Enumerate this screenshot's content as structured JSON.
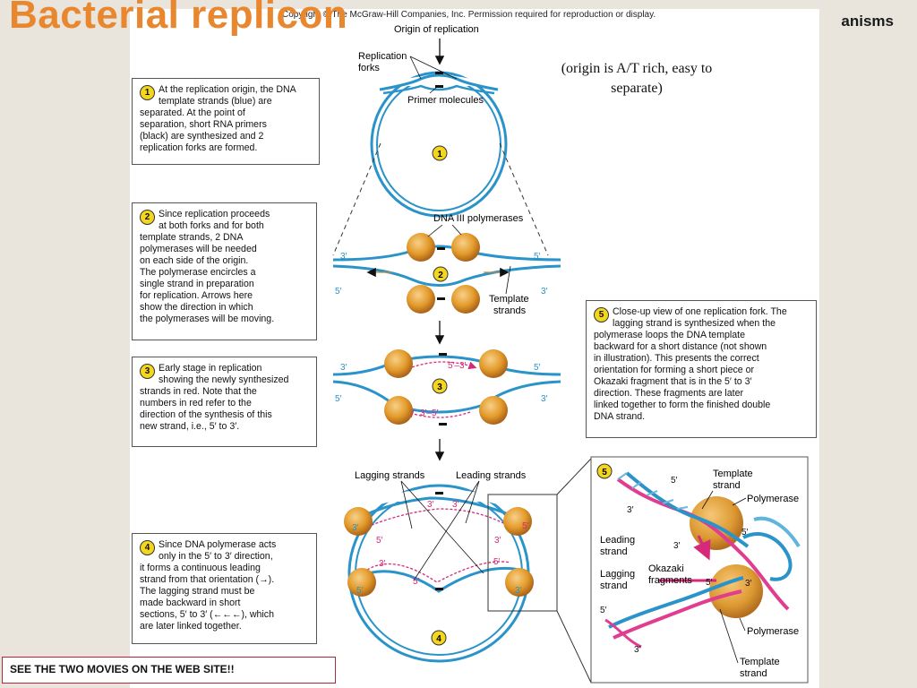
{
  "slide_title": "Bacterial replicon",
  "corner_text": "anisms",
  "copyright": "Copyright © The McGraw-Hill Companies, Inc. Permission required for reproduction or display.",
  "origin_note": "(origin is A/T rich, easy to separate)",
  "footer_link": "SEE THE TWO MOVIES ON THE WEB SITE!!",
  "steps": [
    {
      "num": "1",
      "text": "At the replication origin, the DNA\ntemplate strands (blue) are\nseparated. At the point of\nseparation, short RNA primers\n(black) are synthesized and 2\nreplication forks are formed."
    },
    {
      "num": "2",
      "text": "Since replication proceeds\nat both forks and for both\ntemplate strands, 2 DNA\npolymerases will be needed\non each side of the origin.\nThe polymerase encircles a\nsingle strand in preparation\nfor replication. Arrows here\nshow the direction in which\nthe polymerases will be moving."
    },
    {
      "num": "3",
      "text": "Early stage in replication\nshowing the newly synthesized\nstrands in red. Note that the\nnumbers in red refer to the\ndirection of the synthesis of this\nnew strand, i.e., 5′ to 3′."
    },
    {
      "num": "4",
      "text": "Since DNA polymerase acts\nonly in the 5′ to 3′ direction,\nit forms a continuous leading\nstrand from that orientation (→).\nThe lagging strand must be\nmade backward in short\nsections, 5′ to 3′ (←←←), which\nare later linked together."
    },
    {
      "num": "5",
      "text": "Close-up view of one replication fork. The\nlagging strand is synthesized when the\npolymerase loops the DNA template\nbackward for a short distance (not shown\nin illustration). This presents the correct\norientation for forming a short piece or\nOkazaki fragment that is in the 5′ to 3′\ndirection. These fragments are later\nlinked together to form the finished double\nDNA strand."
    }
  ],
  "labels": {
    "origin": "Origin of replication",
    "forks": "Replication forks",
    "primers": "Primer molecules",
    "dna3": "DNA III polymerases",
    "template": "Template strands",
    "lagging": "Lagging strands",
    "leading": "Leading strands",
    "p3": "3′",
    "p5": "5′",
    "p53": "5′–3′",
    "p35": "3′–5′",
    "c_template": "Template strand",
    "c_polymerase": "Polymerase",
    "c_leading": "Leading strand",
    "c_lagging": "Lagging strand",
    "c_okazaki": "Okazaki fragments"
  },
  "colors": {
    "title": "#e8872e",
    "dna_blue": "#2a93c9",
    "new_strand_red": "#d6297a",
    "polymerase": "#e39a2a",
    "step_badge": "#f4d71d",
    "footer_border": "#b0283b"
  }
}
